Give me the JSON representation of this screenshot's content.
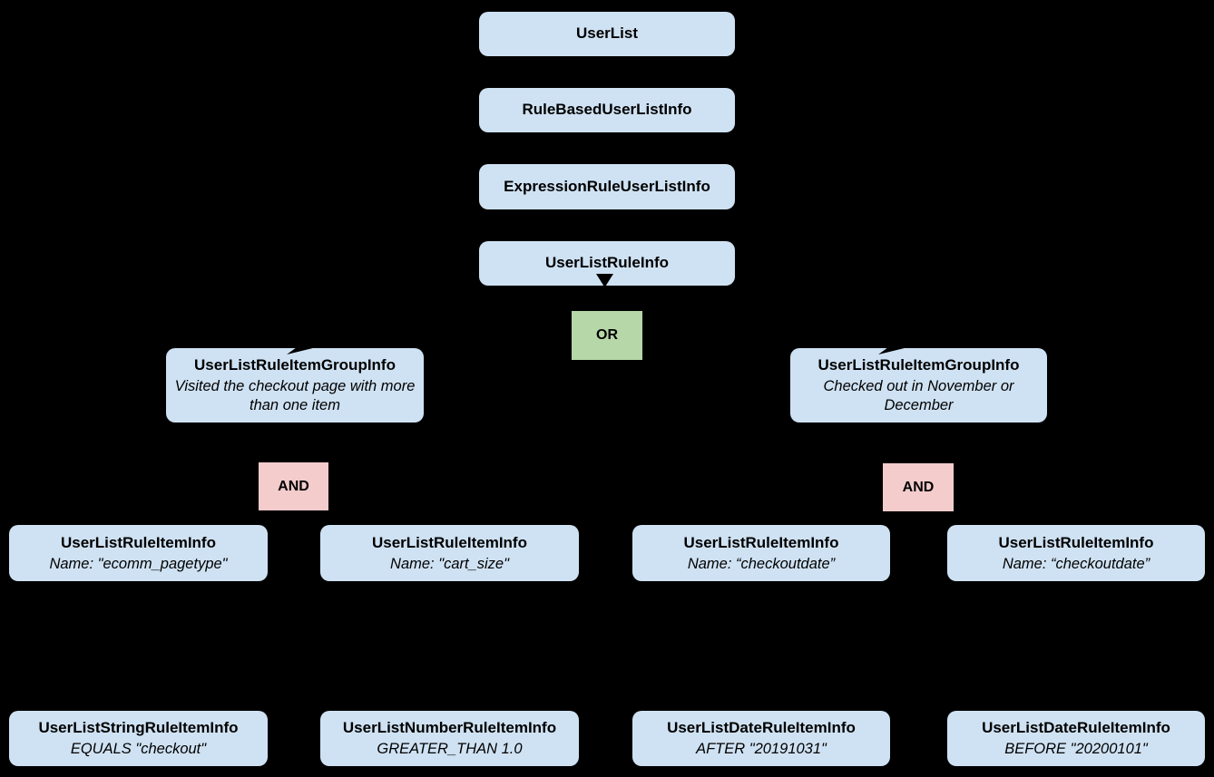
{
  "colors": {
    "background": "#000000",
    "node": "#cfe2f3",
    "or": "#b6d7a8",
    "and": "#f4cccc",
    "text": "#000000"
  },
  "chain": [
    {
      "label": "UserList"
    },
    {
      "label": "RuleBasedUserListInfo"
    },
    {
      "label": "ExpressionRuleUserListInfo"
    },
    {
      "label": "UserListRuleInfo"
    }
  ],
  "operators": {
    "or": "OR",
    "and_left": "AND",
    "and_right": "AND"
  },
  "groups": [
    {
      "title": "UserListRuleItemGroupInfo",
      "desc": "Visited the checkout page with more than one item"
    },
    {
      "title": "UserListRuleItemGroupInfo",
      "desc": "Checked out in November or December"
    }
  ],
  "rule_items": [
    {
      "title": "UserListRuleItemInfo",
      "desc": "Name: \"ecomm_pagetype\""
    },
    {
      "title": "UserListRuleItemInfo",
      "desc": "Name: \"cart_size\""
    },
    {
      "title": "UserListRuleItemInfo",
      "desc": "Name: “checkoutdate”"
    },
    {
      "title": "UserListRuleItemInfo",
      "desc": "Name: “checkoutdate”"
    }
  ],
  "operands": [
    {
      "title": "UserListStringRuleItemInfo",
      "desc": "EQUALS \"checkout\""
    },
    {
      "title": "UserListNumberRuleItemInfo",
      "desc": "GREATER_THAN 1.0"
    },
    {
      "title": "UserListDateRuleItemInfo",
      "desc": "AFTER \"20191031\""
    },
    {
      "title": "UserListDateRuleItemInfo",
      "desc": "BEFORE \"20200101\""
    }
  ]
}
